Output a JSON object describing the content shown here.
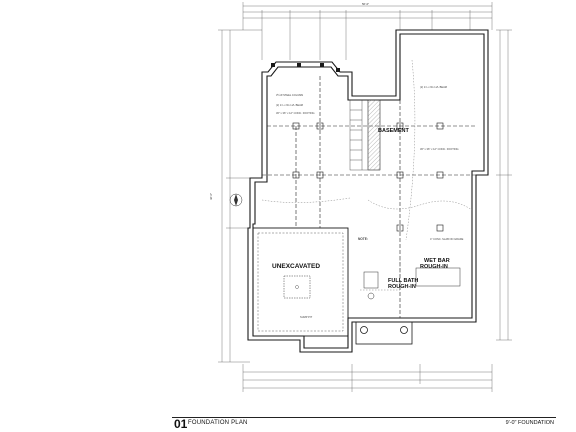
{
  "drawing": {
    "rooms": {
      "basement": "BASEMENT",
      "unexcavated": "UNEXCAVATED",
      "full_bath": "FULL BATH\nROUGH-IN",
      "wet_bar": "WET BAR\nROUGH-IN",
      "mech_note": "NOTE:"
    },
    "notes": {
      "steel_column": "3½ Ø STEEL COLUMN",
      "beam": "(2) 1¾ x 9¼ LVL BEAM",
      "footing": "36\" x 36\" x 12\" CONC. FOOTING",
      "slab": "4\" CONC. SLAB ON GRADE",
      "sump": "SUMP PIT",
      "dimension_main": "56'-0\"",
      "dimension_side": "42'-0\""
    }
  },
  "title_block": {
    "number": "01",
    "title": "FOUNDATION PLAN",
    "right_label": "9'-0\" FOUNDATION"
  },
  "colors": {
    "ink": "#1a1a1a",
    "wall_fill": "#ffffff",
    "hatch": "#8a8a8a"
  }
}
